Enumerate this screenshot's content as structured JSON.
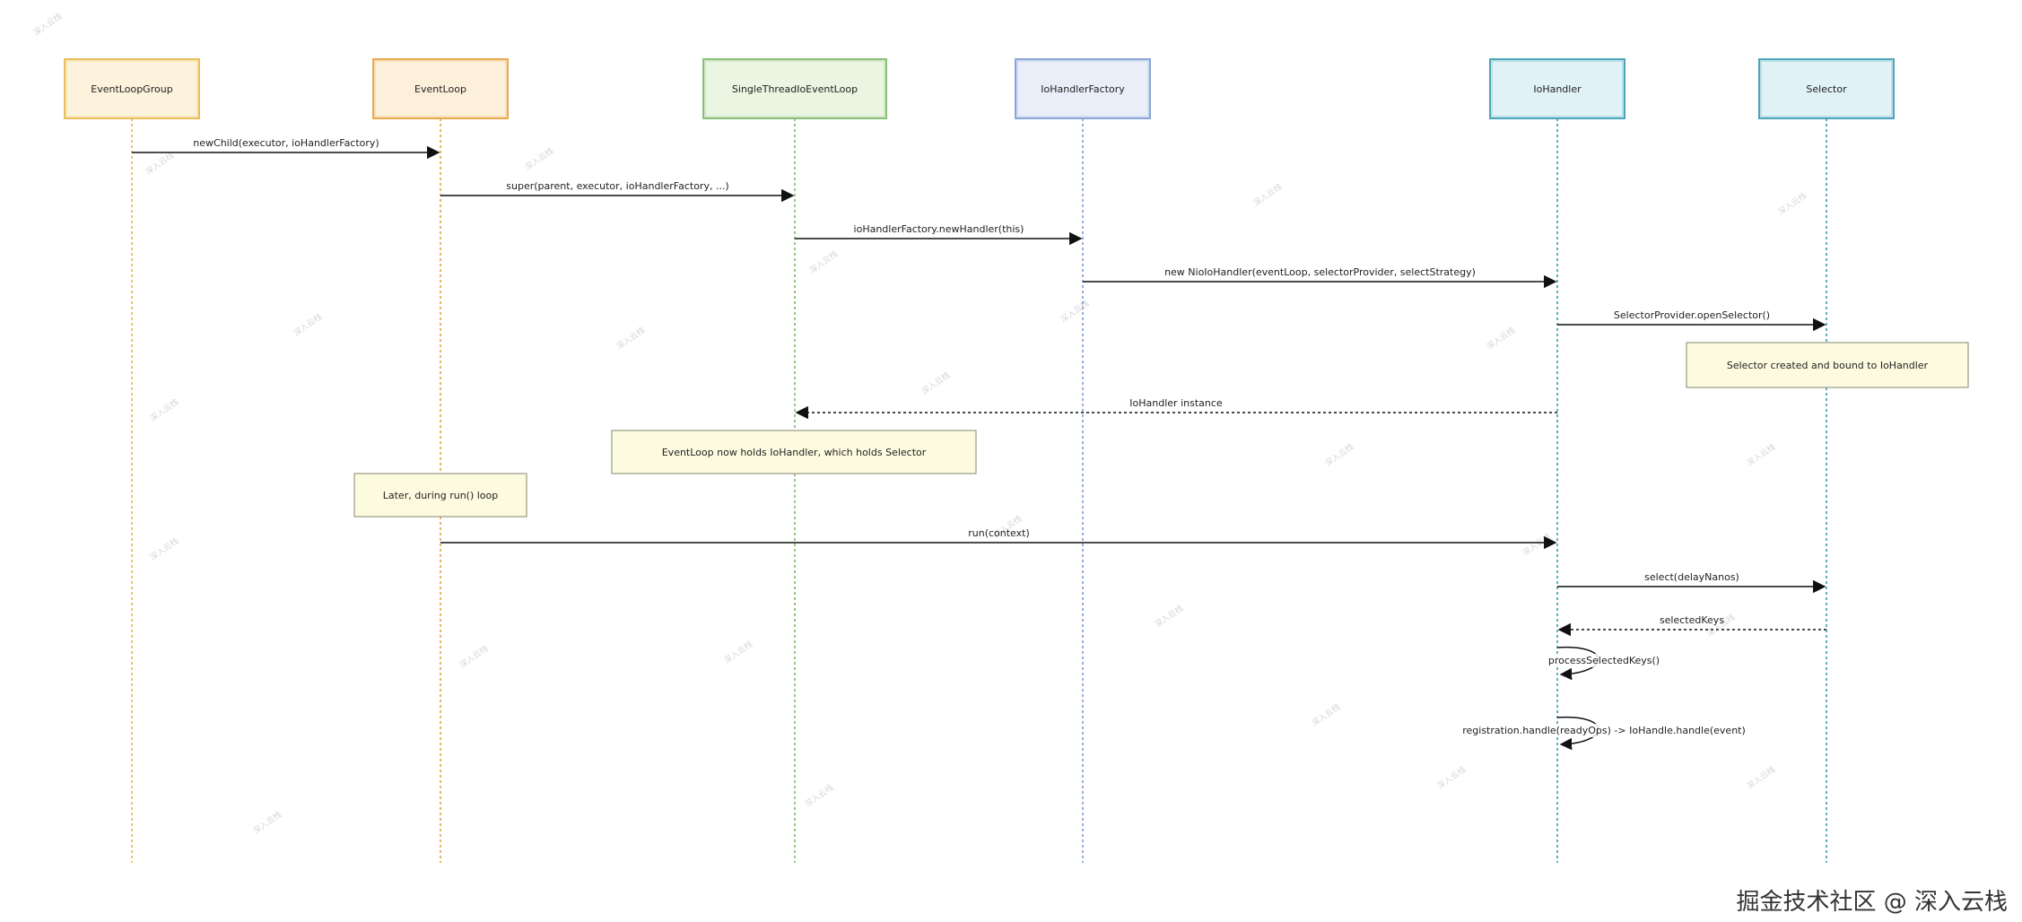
{
  "participants": [
    {
      "id": "elg",
      "label": "EventLoopGroup",
      "stroke": "#e6b84a",
      "fill": "#fdf3dc"
    },
    {
      "id": "el",
      "label": "EventLoop",
      "stroke": "#e6a23c",
      "fill": "#fdf0db"
    },
    {
      "id": "stel",
      "label": "SingleThreadIoEventLoop",
      "stroke": "#7dba6a",
      "fill": "#eaf5e2"
    },
    {
      "id": "ihf",
      "label": "IoHandlerFactory",
      "stroke": "#7f9cd1",
      "fill": "#e9eef8"
    },
    {
      "id": "ih",
      "label": "IoHandler",
      "stroke": "#3a9bb3",
      "fill": "#e1f2f6"
    },
    {
      "id": "sel",
      "label": "Selector",
      "stroke": "#3a9bb3",
      "fill": "#e1f2f6"
    }
  ],
  "messages": [
    {
      "from": "elg",
      "to": "el",
      "label": "newChild(executor, ioHandlerFactory)",
      "style": "solid"
    },
    {
      "from": "el",
      "to": "stel",
      "label": "super(parent, executor, ioHandlerFactory, ...)",
      "style": "solid"
    },
    {
      "from": "stel",
      "to": "ihf",
      "label": "ioHandlerFactory.newHandler(this)",
      "style": "solid"
    },
    {
      "from": "ihf",
      "to": "ih",
      "label": "new NioIoHandler(eventLoop, selectorProvider, selectStrategy)",
      "style": "solid"
    },
    {
      "from": "ih",
      "to": "sel",
      "label": "SelectorProvider.openSelector()",
      "style": "solid"
    },
    {
      "from": "ih",
      "to": "stel",
      "label": "IoHandler instance",
      "style": "dotted"
    },
    {
      "from": "el",
      "to": "ih",
      "label": "run(context)",
      "style": "solid"
    },
    {
      "from": "ih",
      "to": "sel",
      "label": "select(delayNanos)",
      "style": "solid"
    },
    {
      "from": "sel",
      "to": "ih",
      "label": "selectedKeys",
      "style": "dotted"
    },
    {
      "from": "ih",
      "to": "ih",
      "label": "processSelectedKeys()",
      "style": "self"
    },
    {
      "from": "ih",
      "to": "ih",
      "label": "registration.handle(readyOps) -> IoHandle.handle(event)",
      "style": "self"
    }
  ],
  "notes": [
    {
      "id": "note-selector-created",
      "text": "Selector created and bound to IoHandler"
    },
    {
      "id": "note-eventloop-holds",
      "text": "EventLoop now holds IoHandler, which holds Selector"
    },
    {
      "id": "note-later-run",
      "text": "Later, during run() loop"
    }
  ],
  "colors": {
    "note_fill": "#fdfbdf",
    "note_stroke": "#9a9a86",
    "line": "#111111"
  },
  "watermark": "深入云栈",
  "footer": "掘金技术社区 @ 深入云栈"
}
